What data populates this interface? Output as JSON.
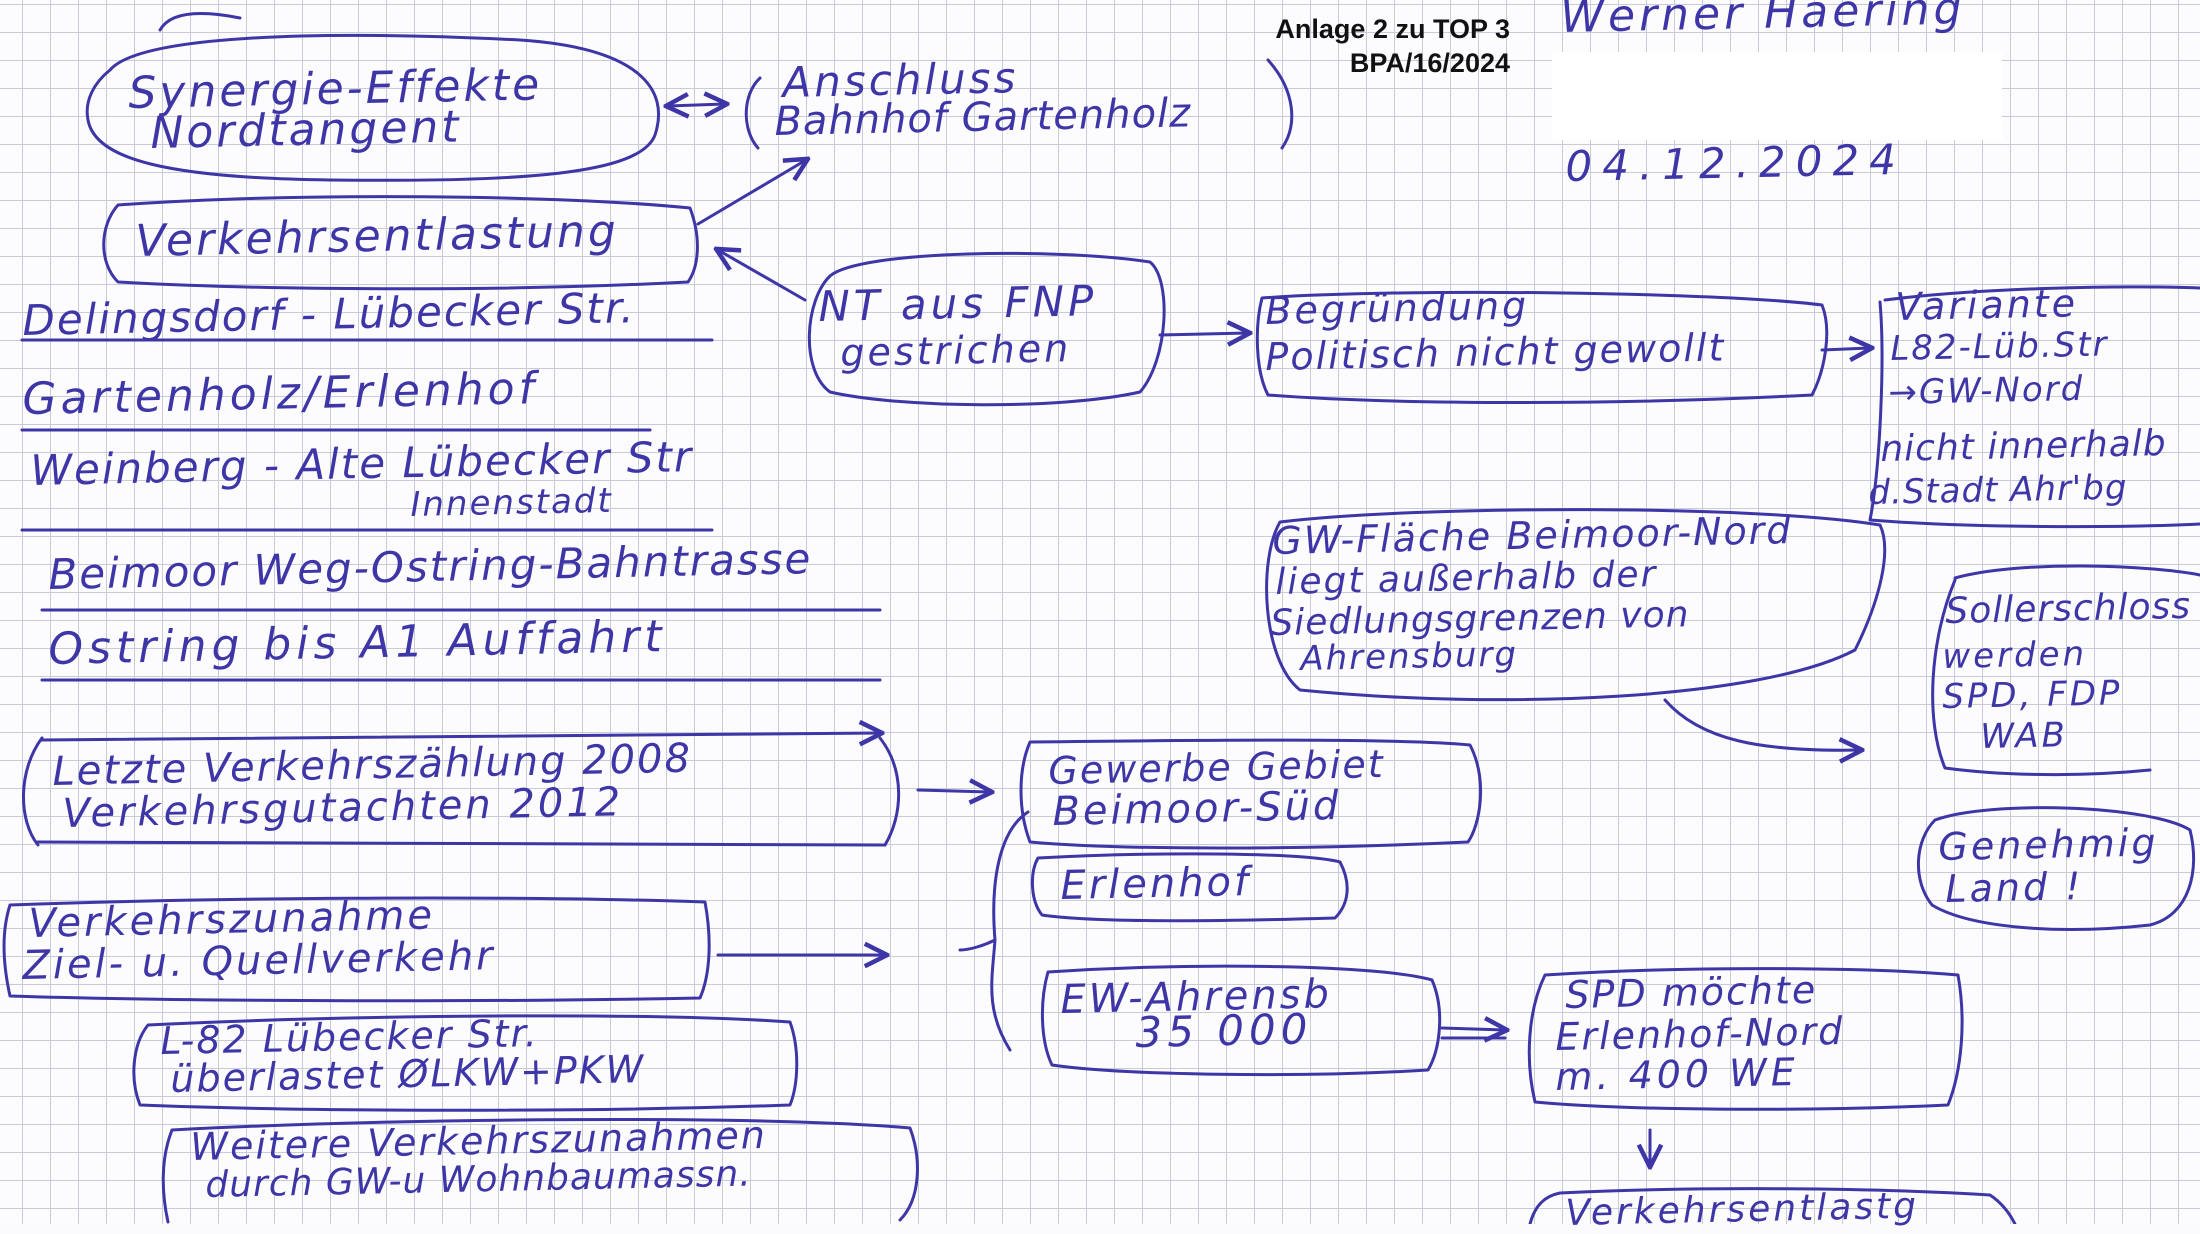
{
  "header": {
    "annex_line1": "Anlage 2 zu TOP 3",
    "annex_line2": "BPA/16/2024",
    "author": "Werner Haering",
    "date": "04.12.2024"
  },
  "notes": {
    "synergie_l1": "Synergie-Effekte",
    "synergie_l2": "Nordtangent",
    "anschluss_l1": "Anschluss",
    "anschluss_l2": "Bahnhof Gartenholz",
    "verkehrsentlastung": "Verkehrsentlastung",
    "nt_l1": "NT aus FNP",
    "nt_l2": "gestrichen",
    "begruendung_l1": "Begründung",
    "begruendung_l2": "Politisch nicht gewollt",
    "variante_l1": "Variante",
    "variante_l2": "L82-Lüb.Str",
    "variante_l3": "→GW-Nord",
    "innerhalb_l1": "nicht innerhalb",
    "innerhalb_l2": "d.Stadt Ahr'bg",
    "delingsdorf": "Delingsdorf - Lübecker Str.",
    "gartenholz": "Gartenholz/Erlenhof",
    "weinberg_l1": "Weinberg - Alte Lübecker Str",
    "weinberg_l2": "Innenstadt",
    "beimoorweg": "Beimoor Weg-Ostring-Bahntrasse",
    "ostring": "Ostring bis A1 Auffahrt",
    "gw_l1": "GW-Fläche Beimoor-Nord",
    "gw_l2": "liegt außerhalb der",
    "gw_l3": "Siedlungsgrenzen von",
    "gw_l4": "Ahrensburg",
    "soller_l1": "Sollerschloss",
    "soller_l2": "werden",
    "soller_l3": "SPD, FDP",
    "soller_l4": "WAB",
    "genehmig_l1": "Genehmig",
    "genehmig_l2": "Land !",
    "zaehlung_l1": "Letzte Verkehrszählung 2008",
    "zaehlung_l2": "Verkehrsgutachten 2012",
    "gewerbe_l1": "Gewerbe Gebiet",
    "gewerbe_l2": "Beimoor-Süd",
    "erlenhof": "Erlenhof",
    "zunahme_l1": "Verkehrszunahme",
    "zunahme_l2": "Ziel- u. Quellverkehr",
    "ew_l1": "EW-Ahrensb",
    "ew_l2": "35 000",
    "spd_l1": "SPD möchte",
    "spd_l2": "Erlenhof-Nord",
    "spd_l3": "m. 400 WE",
    "l82_l1": "L-82 Lübecker Str.",
    "l82_l2": "überlastet ØLKW+PKW",
    "weitere_l1": "Weitere Verkehrszunahmen",
    "weitere_l2": "durch GW-u Wohnbaumassn.",
    "bottom_cut": "Verkehrsentlastg"
  },
  "colors": {
    "ink": "#3e36a6",
    "grid": "#c9ccd6",
    "paper": "#fcfcfe",
    "typed": "#111111"
  }
}
